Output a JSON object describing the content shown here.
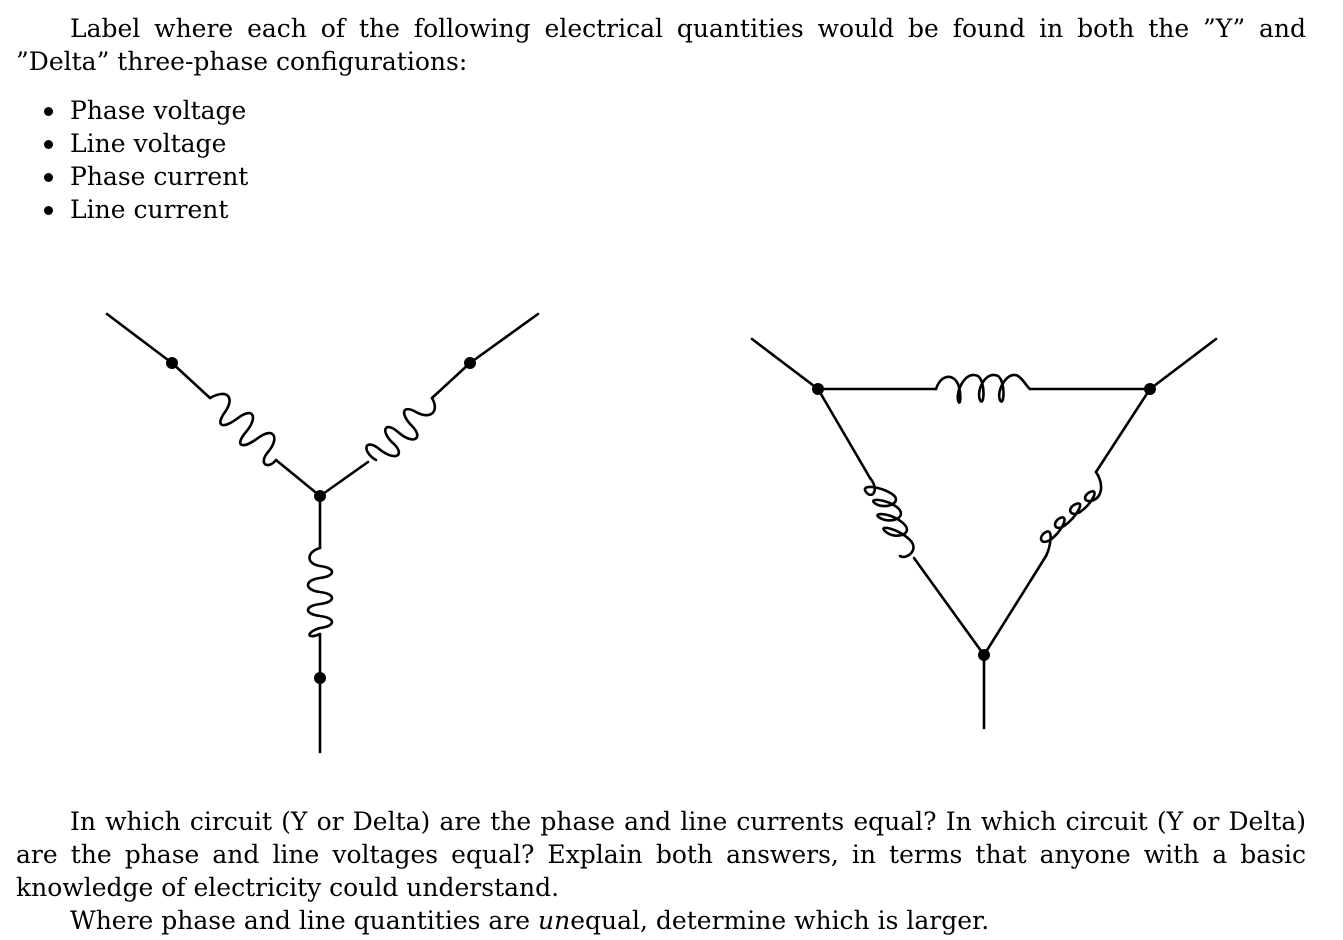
{
  "intro": {
    "text": "Label where each of the following electrical quantities would be found in both the ”Y” and ”Delta” three-phase configurations:"
  },
  "quantities": [
    "Phase voltage",
    "Line voltage",
    "Phase current",
    "Line current"
  ],
  "diagrams": {
    "y_configuration": {
      "windings": 3,
      "line_terminals": 3,
      "center_node": true
    },
    "delta_configuration": {
      "windings": 3,
      "line_terminals": 3
    }
  },
  "question": {
    "text": "In which circuit (Y or Delta) are the phase and line currents equal? In which circuit (Y or Delta) are the phase and line voltages equal? Explain both answers, in terms that anyone with a basic knowledge of electricity could understand."
  },
  "followup": {
    "prefix": "Where phase and line quantities are ",
    "emphasis": "un",
    "suffix": "equal, determine which is larger."
  }
}
